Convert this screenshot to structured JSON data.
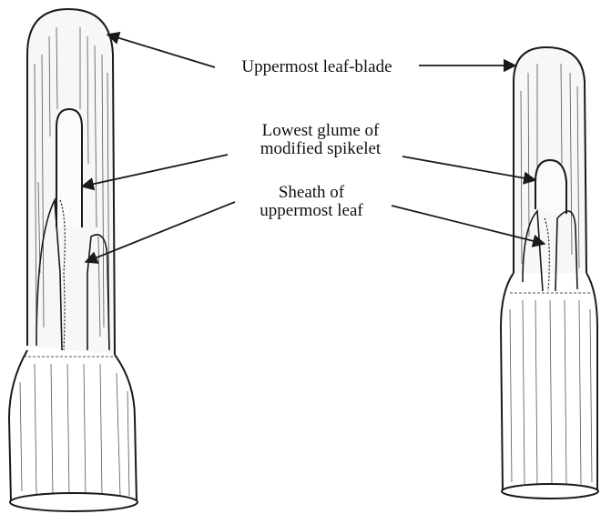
{
  "diagram": {
    "labels": {
      "leaf_blade": "Uppermost leaf-blade",
      "glume_line1": "Lowest glume of",
      "glume_line2": "modified spikelet",
      "sheath_line1": "Sheath of",
      "sheath_line2": "uppermost leaf"
    },
    "specimens": [
      "left-specimen",
      "right-specimen"
    ],
    "ink_color": "#1a1a1a",
    "background": "#ffffff"
  }
}
